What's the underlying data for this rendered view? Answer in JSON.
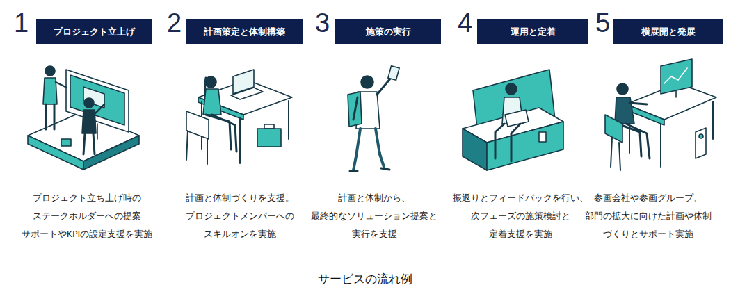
{
  "diagram": {
    "caption": "サービスの流れ例",
    "nodes": [
      {
        "text": [
          "1",
          "プロジェクト立上げ"
        ]
      },
      {
        "text": [
          "2",
          "計画策定と体制構築"
        ]
      },
      {
        "text": [
          "3",
          "施策の実行"
        ]
      },
      {
        "text": [
          "4",
          "運用と定着"
        ]
      },
      {
        "text": [
          "5",
          "横展開と発展"
        ]
      }
    ],
    "labels": [
      "プロジェクト立ち上げ時の ステークホルダーへの提案 サポートやKPIの設定支援を実施",
      "計画と体制づくりを支援。 プロジェクトメンバーへの スキルオンを実施",
      "計画と体制から、 最終的なソリューション提案と 実行を支援",
      "振返りとフィードバックを行い、 次フェーズの施策検討と 定着支援を実施",
      "参画会社や参画グループ、 部門の拡大に向けた計画や体制 づくりとサポート実施"
    ]
  }
}
